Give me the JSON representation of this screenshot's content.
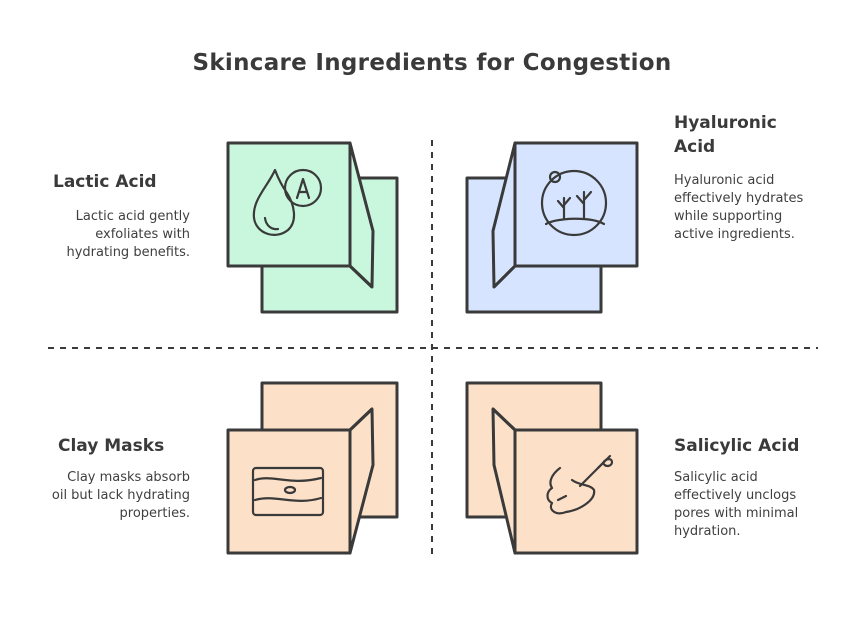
{
  "title": "Skincare Ingredients for Congestion",
  "quadrants": {
    "lactic": {
      "heading": "Lactic Acid",
      "description": "Lactic acid gently exfoliates with hydrating benefits.",
      "icon": "acid-drop-icon",
      "color": "#c9f7de"
    },
    "hyaluronic": {
      "heading": "Hyaluronic Acid",
      "description": "Hyaluronic acid effectively hydrates while supporting active ingredients.",
      "icon": "skin-hydration-icon",
      "color": "#d6e4ff"
    },
    "clay": {
      "heading": "Clay Masks",
      "description": "Clay masks absorb oil but lack hydrating properties.",
      "icon": "skin-layers-icon",
      "color": "#fde0c8"
    },
    "salicylic": {
      "heading": "Salicylic Acid",
      "description": "Salicylic acid effectively unclogs pores with minimal hydration.",
      "icon": "face-brush-icon",
      "color": "#fde0c8"
    }
  }
}
